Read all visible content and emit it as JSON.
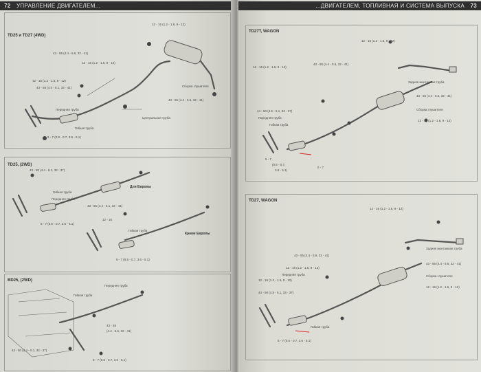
{
  "left_page": {
    "page_number": "72",
    "header": "УПРАВЛЕНИЕ ДВИГАТЕЛЕМ...",
    "diagram1": {
      "title": "TD25 и TD27 (4WD)",
      "labels": {
        "torque_a": "12 - 16 (1.2 - 1.6, 9 - 12)",
        "torque_b": "43 - 55 (4.4 - 5.6, 32 - 41)",
        "torque_c": "12 - 16 (1.2 - 1.6, 9 - 12)",
        "torque_d": "43 - 55 (4.4 - 5.1, 32 - 41)",
        "torque_e": "12 - 16 (1.2 - 1.6, 9 - 12)",
        "torque_f": "43 - 55 (4.4 - 5.6, 32 - 41)",
        "torque_g": "5 - 7 (0.5 - 0.7, 3.6 - 5.1)",
        "flex_pipe": "Гибкая труба",
        "front_pipe": "Передняя труба",
        "center_pipe": "Центральная труба",
        "muffler_assy": "Сборка глушителя"
      }
    },
    "diagram2": {
      "title": "TD25, (2WD)",
      "labels": {
        "torque_a": "43 - 50 (4.4 - 5.1, 32 - 37)",
        "flex_pipe": "Гибкая труба",
        "front_pipe": "Передняя труба",
        "torque_b": "5 - 7 (0.5 - 0.7, 3.6 - 5.1)",
        "torque_c": "43 - 55 (4.4 - 5.1, 32 - 41)",
        "for_europe": "Для Европы",
        "except_europe": "Кроме Европы",
        "torque_d": "12 - 16",
        "flex_pipe_2": "Гибкая труба",
        "torque_e": "5 - 7 (0.5 - 0.7, 3.6 - 5.1)"
      }
    },
    "diagram3": {
      "title": "BD25, (2WD)",
      "labels": {
        "flex_pipe": "Гибкая труба",
        "front_pipe": "Передняя труба",
        "torque_a": "43 - 55",
        "torque_a2": "(4.4 - 5.6, 32 - 41)",
        "torque_b": "43 - 50 (4.4 - 5.1, 32 - 37)",
        "torque_c": "5 - 7 (0.5 - 0.7, 3.6 - 5.1)"
      }
    }
  },
  "right_page": {
    "page_number": "73",
    "header": "...ДВИГАТЕЛЕМ, ТОПЛИВНАЯ И СИСТЕМА ВЫПУСКА",
    "diagram1": {
      "title": "TD27T, WAGON",
      "labels": {
        "torque_a": "12 - 16 (1.2 - 1.6, 9 - 12)",
        "torque_b": "43 - 55 (4.4 - 5.6, 32 - 41)",
        "torque_c": "12 - 16 (1.2 - 1.6, 9 - 12)",
        "rear_mount": "Задняя монтажная труба",
        "torque_d": "43 - 55 (4.4 - 5.6, 32 - 41)",
        "muffler_assy": "Сборка глушителя",
        "torque_e": "12 - 16 (1.2 - 1.6, 9 - 12)",
        "torque_f": "44 - 50 (4.5 - 5.1, 33 - 37)",
        "front_pipe": "Передняя труба",
        "flex_pipe": "Гибкая труба",
        "torque_g": "5 - 7",
        "torque_g2": "(0.5 - 0.7,",
        "torque_g3": "3.6 - 5.1)",
        "torque_h": "5 - 7"
      }
    },
    "diagram2": {
      "title": "TD27, WAGON",
      "labels": {
        "torque_a": "12 - 16 (1.2 - 1.6, 9 - 12)",
        "rear_mount": "Задняя монтажная труба",
        "torque_b": "43 - 55 (4.4 - 5.6, 32 - 41)",
        "torque_c": "43 - 55 (4.4 - 5.6, 32 - 41)",
        "muffler_assy": "Сборка глушителя",
        "torque_d": "12 - 16 (1.2 - 1.6, 9 - 12)",
        "torque_e": "12 - 16 (1.2 - 1.6, 9 - 12)",
        "front_pipe": "Передняя труба",
        "torque_f": "44 - 50 (4.5 - 5.1, 33 - 37)",
        "torque_g": "12 - 16 (1.2 - 1.6, 9 - 12)",
        "flex_pipe": "Гибкая труба",
        "torque_h": "5 - 7 (0.5 - 0.7, 3.6 - 5.1)"
      }
    }
  },
  "colors": {
    "paper": "#dcdcd6",
    "header": "#2f2f2f",
    "ink": "#444444",
    "highlight": "#dd2222"
  }
}
